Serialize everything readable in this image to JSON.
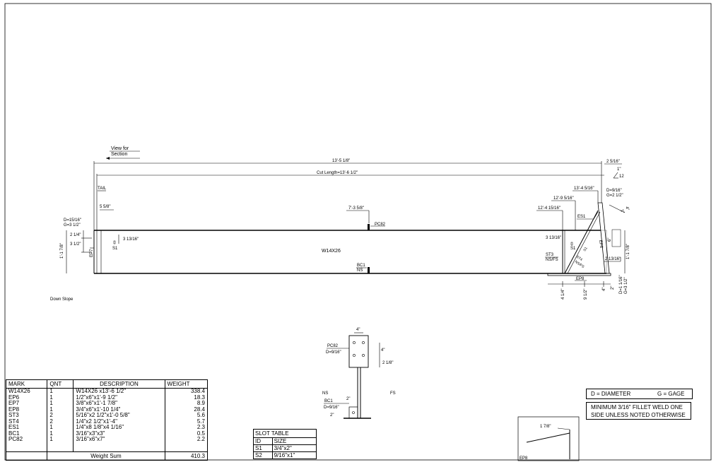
{
  "drawing": {
    "view_label": "View for",
    "section_label": "Section",
    "overall_length": "13'-5 1/8\"",
    "cut_length": "Cut Length=13'-6 1/2\"",
    "tail_label": "TAIL",
    "dim_5_5_8": "5 5/8\"",
    "dim_7_3_5_8": "7'-3 5/8\"",
    "pc82_label": "PC82",
    "bc1_label": "BC1",
    "ns_label": "NS",
    "beam_label": "W14X26",
    "left_hole": "D=15/16\"",
    "left_gage": "G=3 1/2\"",
    "left_dim_1": "2 1/4\"",
    "left_dim_2": "3 1/2\"",
    "left_depth": "1'-1 7/8\"",
    "ep7_label": "EP7",
    "s1_label": "S1",
    "dim_3_13_16": "3 13/16\"",
    "down_slope": "Down Slope",
    "dim_2_5_16": "2 5/16\"",
    "slope_num": "1\"",
    "slope_den": "12",
    "right_hole": "D=9/16\"",
    "right_gage": "G=2 1/2\"",
    "dim_13_4": "13'-4 5/16\"",
    "dim_12_9": "12'-9 5/16\"",
    "dim_12_4": "12'-4 15/16\"",
    "es1_label": "ES1",
    "right_3_13_16": "3 13/16\"",
    "right_s1": "S1",
    "st3_label": "ST3",
    "nsfs_label": "NS/FS",
    "st4_label": "ST4",
    "ep6_label": "EP6",
    "ep8_label": "EP8",
    "dim_6": "6\"",
    "dim_4": "4\"",
    "dim_2_13_16": "2 13/16\"",
    "right_depth": "1'-1 7/8\"",
    "bottom_4_1_4": "4 1/4\"",
    "bottom_9_1_2": "9 1/2\"",
    "bottom_4": "4\"",
    "bottom_2": "2\"",
    "right_hole_2": "D=1 1/16\"",
    "right_gage_2": "G=3 1/2\""
  },
  "detail": {
    "pc82_label": "PC82",
    "pc82_hole": "D=9/16\"",
    "width_4": "4\"",
    "height_4": "4\"",
    "dim_2_1_8": "2 1/8\"",
    "ns_label": "NS",
    "fs_label": "FS",
    "bc1_label": "BC1",
    "bc1_hole": "D=9/16\"",
    "bc1_2a": "2\"",
    "bc1_2b": "2\""
  },
  "bom": {
    "headers": [
      "MARK",
      "QNT",
      "DESCRIPTION",
      "WEIGHT"
    ],
    "rows": [
      [
        "W14X26",
        "1",
        "W14X26 x13'-6 1/2\"",
        "338.4"
      ],
      [
        "EP6",
        "1",
        "1/2\"x6\"x1'-9 1/2\"",
        "18.3"
      ],
      [
        "EP7",
        "1",
        "3/8\"x6\"x1'-1 7/8\"",
        "8.9"
      ],
      [
        "EP8",
        "1",
        "3/4\"x6\"x1'-10 1/4\"",
        "28.4"
      ],
      [
        "ST3",
        "2",
        "5/16\"x2 1/2\"x1'-0 5/8\"",
        "5.6"
      ],
      [
        "ST4",
        "2",
        "1/4\"x2 1/2\"x1'-4\"",
        "5.7"
      ],
      [
        "ES1",
        "1",
        "1/4\"x8 1/8\"x4 1/16\"",
        "2.3"
      ],
      [
        "BC1",
        "1",
        "3/16\"x3\"x3\"",
        "0.5"
      ],
      [
        "PC82",
        "1",
        "3/16\"x6\"x7\"",
        "2.2"
      ]
    ],
    "sum_label": "Weight Sum",
    "sum_value": "410.3"
  },
  "slot_table": {
    "title": "SLOT TABLE",
    "headers": [
      "ID",
      "SIZE"
    ],
    "rows": [
      [
        "S1",
        "3/4\"x2\""
      ],
      [
        "S2",
        "9/16\"x1\""
      ]
    ]
  },
  "legend": {
    "diameter": "D = DIAMETER",
    "gage": "G = GAGE",
    "weld_line1": "MINIMUM 3/16\" FILLET WELD ONE",
    "weld_line2": "SIDE UNLESS NOTED OTHERWISE"
  },
  "ep8_detail": {
    "dim": "1 7/8\"",
    "label": "EP8"
  }
}
